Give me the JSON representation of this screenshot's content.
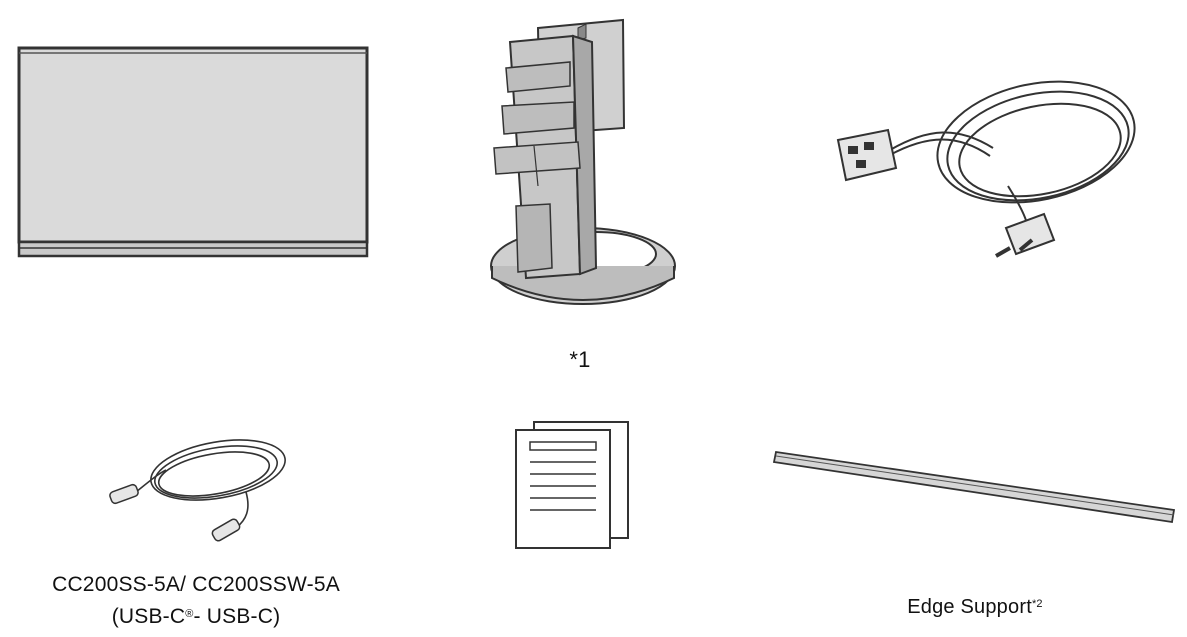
{
  "items": {
    "monitor": {
      "label": ""
    },
    "stand": {
      "label": "",
      "note": "*1"
    },
    "power_cord": {
      "label": ""
    },
    "usb_cable": {
      "label_line1": "CC200SS-5A/ CC200SSW-5A",
      "label_line2_a": "(USB-C",
      "label_line2_sup": "®",
      "label_line2_b": "- USB-C)"
    },
    "manual": {
      "label": ""
    },
    "edge_support": {
      "label": "Edge Support",
      "sup": "*2"
    }
  }
}
